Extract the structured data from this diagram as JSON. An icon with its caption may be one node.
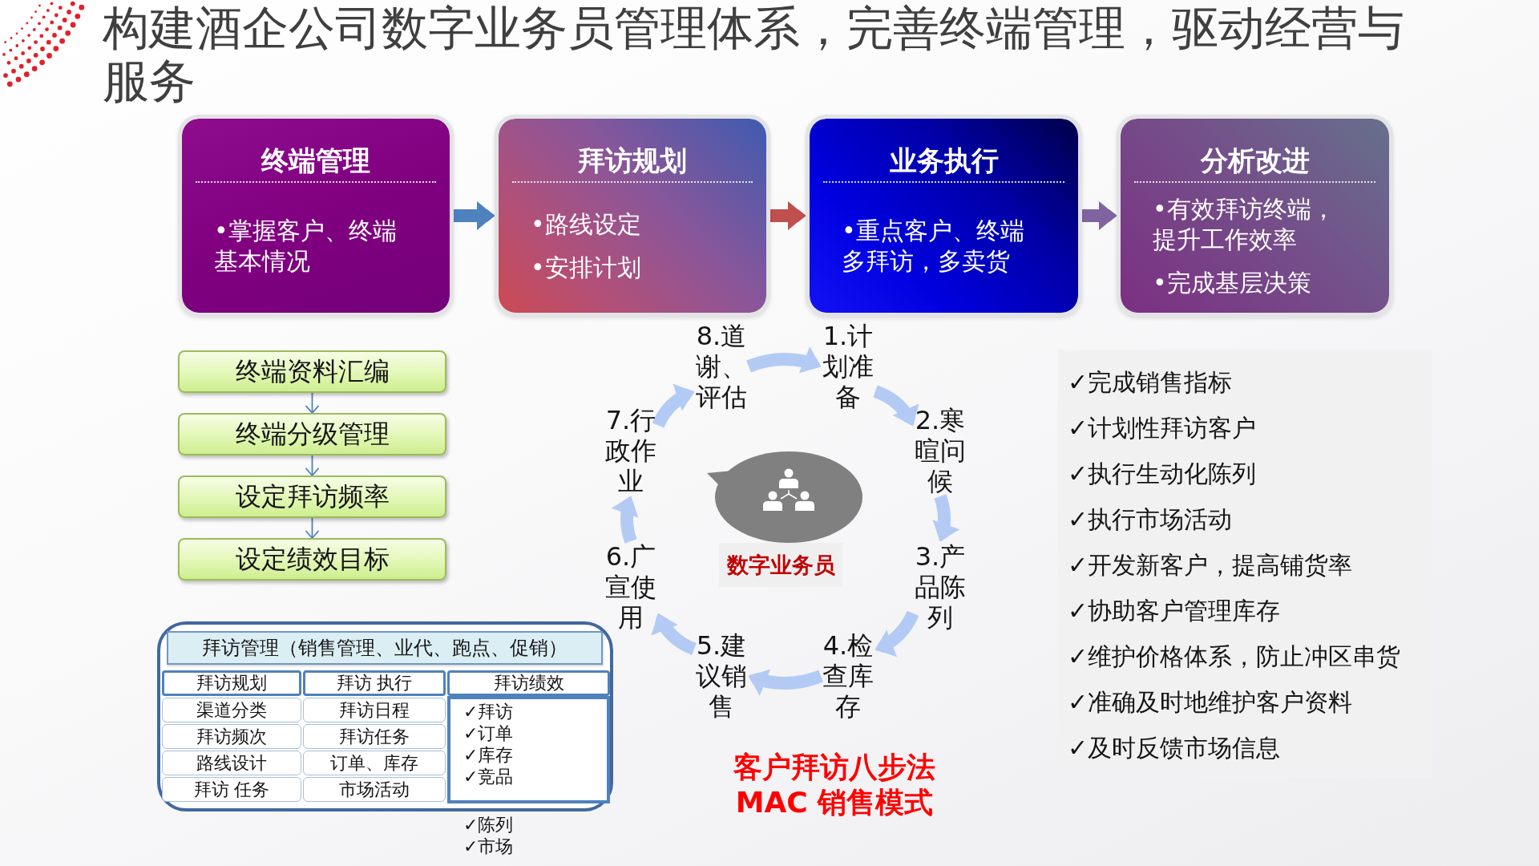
{
  "diagram": {
    "title": "构建酒企公司数字业务员管理体系，完善终端管理，驱动经营与服务",
    "nodes": [
      {
        "text": [
          "终端管理",
          "•掌握客户、终端基本情况"
        ]
      },
      {
        "text": [
          "拜访规划",
          "•路线设定",
          "•安排计划"
        ]
      },
      {
        "text": [
          "业务执行",
          "•重点客户、终端多拜访，多卖货"
        ]
      },
      {
        "text": [
          "分析改进",
          "•有效拜访终端，提升工作效率",
          "•完成基层决策"
        ]
      },
      {
        "text": [
          "终端资料汇编"
        ]
      },
      {
        "text": [
          "终端分级管理"
        ]
      },
      {
        "text": [
          "设定拜访频率"
        ]
      },
      {
        "text": [
          "设定绩效目标"
        ]
      },
      {
        "text": [
          "1.计划准备"
        ]
      },
      {
        "text": [
          "2.寒暄问候"
        ]
      },
      {
        "text": [
          "3.产品陈列"
        ]
      },
      {
        "text": [
          "4.检查库存"
        ]
      },
      {
        "text": [
          "5.建议销售"
        ]
      },
      {
        "text": [
          "6.广宣使用"
        ]
      },
      {
        "text": [
          "7.行政作业"
        ]
      },
      {
        "text": [
          "8.道谢、评估"
        ]
      },
      {
        "text": [
          "数字业务员"
        ]
      },
      {
        "text": [
          "✓完成销售指标",
          "✓计划性拜访客户",
          "✓执行生动化陈列",
          "✓执行市场活动",
          "✓开发新客户，提高铺货率",
          "✓协助客户管理库存",
          "✓维护价格体系，防止冲区串货",
          "✓准确及时地维护客户资料",
          "✓及时反馈市场信息"
        ]
      }
    ],
    "edges": [
      {
        "from": 0,
        "to": 1,
        "arrow": "to",
        "color": "#4f81bd"
      },
      {
        "from": 1,
        "to": 2,
        "arrow": "to",
        "color": "#c0504d"
      },
      {
        "from": 2,
        "to": 3,
        "arrow": "to",
        "color": "#8064a2"
      },
      {
        "from": 4,
        "to": 5,
        "arrow": "to",
        "color": "#4f81bd"
      },
      {
        "from": 5,
        "to": 6,
        "arrow": "to",
        "color": "#4f81bd"
      },
      {
        "from": 6,
        "to": 7,
        "arrow": "to",
        "color": "#4f81bd"
      },
      {
        "from": 15,
        "to": 8,
        "arrow": "to"
      },
      {
        "from": 8,
        "to": 9,
        "arrow": "to"
      },
      {
        "from": 9,
        "to": 10,
        "arrow": "to"
      },
      {
        "from": 10,
        "to": 11,
        "arrow": "to"
      },
      {
        "from": 11,
        "to": 12,
        "arrow": "to"
      },
      {
        "from": 12,
        "to": 13,
        "arrow": "to"
      },
      {
        "from": 13,
        "to": 14,
        "arrow": "to"
      },
      {
        "from": 14,
        "to": 15,
        "arrow": "to"
      }
    ],
    "labels": [
      "拜访管理（销售管理、业代、跑点、促销）",
      "拜访规划",
      "拜访 执行",
      "拜访绩效",
      "渠道分类",
      "拜访日程",
      "拜访频次",
      "拜访任务",
      "路线设计",
      "订单、库存",
      "拜访 任务",
      "市场活动",
      "✓拜访",
      "✓订单",
      "✓库存",
      "✓竞品",
      "✓陈列",
      "✓市场",
      "客户拜访八步法",
      "MAC 销售模式"
    ]
  }
}
